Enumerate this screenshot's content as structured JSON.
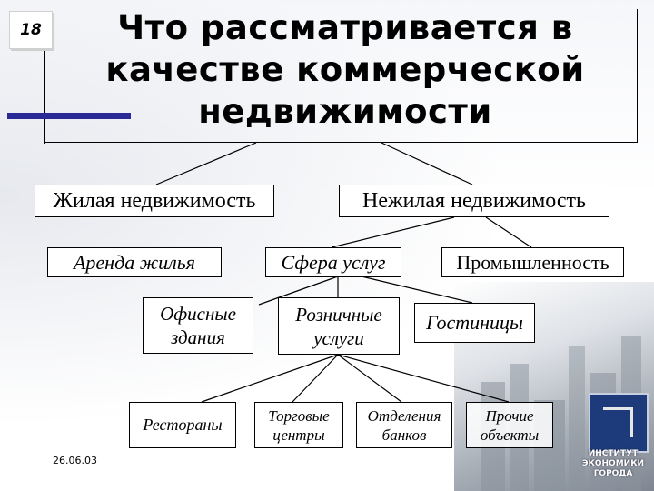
{
  "slide": {
    "number": "18",
    "title": "Что рассматривается в качестве коммерческой недвижимости",
    "date": "26.06.03"
  },
  "nodes": {
    "residential": "Жилая недвижимость",
    "nonresidential": "Нежилая недвижимость",
    "housing_rent": "Аренда жилья",
    "services": "Сфера услуг",
    "industry": "Промышленность",
    "office": "Офисные здания",
    "retail": "Розничные услуги",
    "hotels": "Гостиницы",
    "restaurants": "Рестораны",
    "malls": "Торговые центры",
    "bank_branches": "Отделения банков",
    "other": "Прочие объекты"
  },
  "logo": {
    "text": "ИНСТИТУТ ЭКОНОМИКИ ГОРОДА"
  },
  "colors": {
    "accent_bar": "#2a2a96",
    "logo": "#1d3a7a"
  }
}
